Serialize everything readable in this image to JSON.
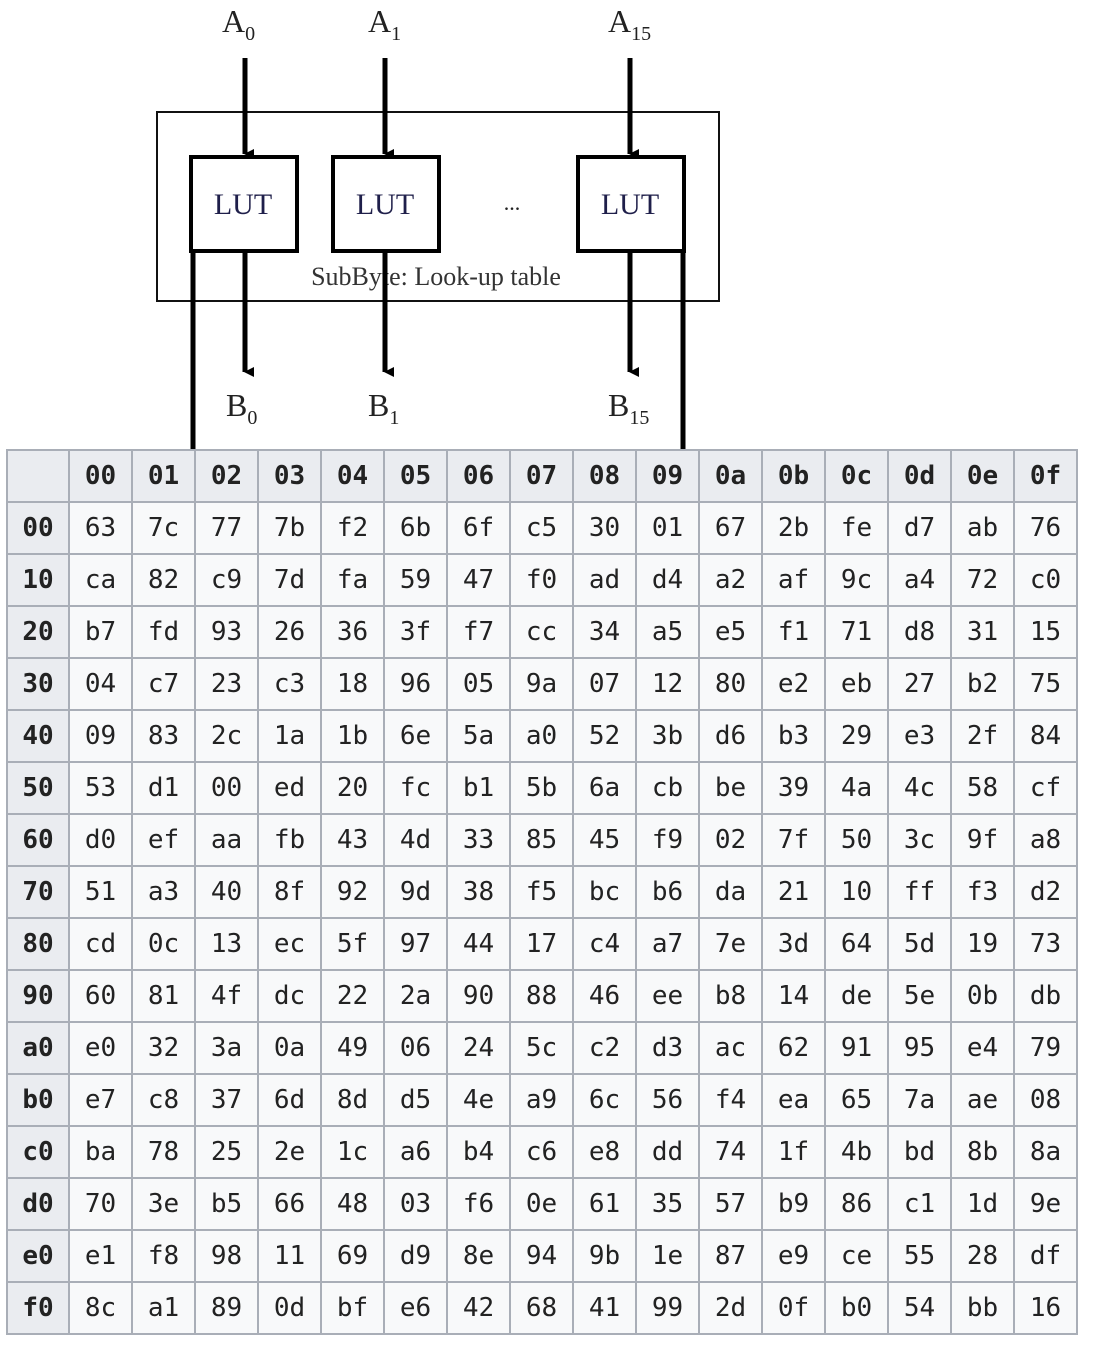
{
  "diagram": {
    "inputs": [
      {
        "letter": "A",
        "sub": "0"
      },
      {
        "letter": "A",
        "sub": "1"
      },
      {
        "letter": "A",
        "sub": "15"
      }
    ],
    "outputs": [
      {
        "letter": "B",
        "sub": "0"
      },
      {
        "letter": "B",
        "sub": "1"
      },
      {
        "letter": "B",
        "sub": "15"
      }
    ],
    "lut_label": "LUT",
    "ellipsis": "...",
    "caption": "SubByte: Look-up table"
  },
  "sbox": {
    "col_headers": [
      "00",
      "01",
      "02",
      "03",
      "04",
      "05",
      "06",
      "07",
      "08",
      "09",
      "0a",
      "0b",
      "0c",
      "0d",
      "0e",
      "0f"
    ],
    "rows": [
      {
        "header": "00",
        "cells": [
          "63",
          "7c",
          "77",
          "7b",
          "f2",
          "6b",
          "6f",
          "c5",
          "30",
          "01",
          "67",
          "2b",
          "fe",
          "d7",
          "ab",
          "76"
        ]
      },
      {
        "header": "10",
        "cells": [
          "ca",
          "82",
          "c9",
          "7d",
          "fa",
          "59",
          "47",
          "f0",
          "ad",
          "d4",
          "a2",
          "af",
          "9c",
          "a4",
          "72",
          "c0"
        ]
      },
      {
        "header": "20",
        "cells": [
          "b7",
          "fd",
          "93",
          "26",
          "36",
          "3f",
          "f7",
          "cc",
          "34",
          "a5",
          "e5",
          "f1",
          "71",
          "d8",
          "31",
          "15"
        ]
      },
      {
        "header": "30",
        "cells": [
          "04",
          "c7",
          "23",
          "c3",
          "18",
          "96",
          "05",
          "9a",
          "07",
          "12",
          "80",
          "e2",
          "eb",
          "27",
          "b2",
          "75"
        ]
      },
      {
        "header": "40",
        "cells": [
          "09",
          "83",
          "2c",
          "1a",
          "1b",
          "6e",
          "5a",
          "a0",
          "52",
          "3b",
          "d6",
          "b3",
          "29",
          "e3",
          "2f",
          "84"
        ]
      },
      {
        "header": "50",
        "cells": [
          "53",
          "d1",
          "00",
          "ed",
          "20",
          "fc",
          "b1",
          "5b",
          "6a",
          "cb",
          "be",
          "39",
          "4a",
          "4c",
          "58",
          "cf"
        ]
      },
      {
        "header": "60",
        "cells": [
          "d0",
          "ef",
          "aa",
          "fb",
          "43",
          "4d",
          "33",
          "85",
          "45",
          "f9",
          "02",
          "7f",
          "50",
          "3c",
          "9f",
          "a8"
        ]
      },
      {
        "header": "70",
        "cells": [
          "51",
          "a3",
          "40",
          "8f",
          "92",
          "9d",
          "38",
          "f5",
          "bc",
          "b6",
          "da",
          "21",
          "10",
          "ff",
          "f3",
          "d2"
        ]
      },
      {
        "header": "80",
        "cells": [
          "cd",
          "0c",
          "13",
          "ec",
          "5f",
          "97",
          "44",
          "17",
          "c4",
          "a7",
          "7e",
          "3d",
          "64",
          "5d",
          "19",
          "73"
        ]
      },
      {
        "header": "90",
        "cells": [
          "60",
          "81",
          "4f",
          "dc",
          "22",
          "2a",
          "90",
          "88",
          "46",
          "ee",
          "b8",
          "14",
          "de",
          "5e",
          "0b",
          "db"
        ]
      },
      {
        "header": "a0",
        "cells": [
          "e0",
          "32",
          "3a",
          "0a",
          "49",
          "06",
          "24",
          "5c",
          "c2",
          "d3",
          "ac",
          "62",
          "91",
          "95",
          "e4",
          "79"
        ]
      },
      {
        "header": "b0",
        "cells": [
          "e7",
          "c8",
          "37",
          "6d",
          "8d",
          "d5",
          "4e",
          "a9",
          "6c",
          "56",
          "f4",
          "ea",
          "65",
          "7a",
          "ae",
          "08"
        ]
      },
      {
        "header": "c0",
        "cells": [
          "ba",
          "78",
          "25",
          "2e",
          "1c",
          "a6",
          "b4",
          "c6",
          "e8",
          "dd",
          "74",
          "1f",
          "4b",
          "bd",
          "8b",
          "8a"
        ]
      },
      {
        "header": "d0",
        "cells": [
          "70",
          "3e",
          "b5",
          "66",
          "48",
          "03",
          "f6",
          "0e",
          "61",
          "35",
          "57",
          "b9",
          "86",
          "c1",
          "1d",
          "9e"
        ]
      },
      {
        "header": "e0",
        "cells": [
          "e1",
          "f8",
          "98",
          "11",
          "69",
          "d9",
          "8e",
          "94",
          "9b",
          "1e",
          "87",
          "e9",
          "ce",
          "55",
          "28",
          "df"
        ]
      },
      {
        "header": "f0",
        "cells": [
          "8c",
          "a1",
          "89",
          "0d",
          "bf",
          "e6",
          "42",
          "68",
          "41",
          "99",
          "2d",
          "0f",
          "b0",
          "54",
          "bb",
          "16"
        ]
      }
    ]
  }
}
